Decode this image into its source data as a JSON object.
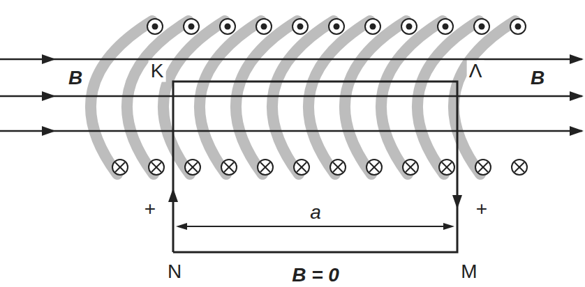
{
  "diagram": {
    "labels": [
      "B",
      "K",
      "Λ",
      "B",
      "+",
      "+",
      "a",
      "N",
      "M",
      "B = 0"
    ]
  }
}
